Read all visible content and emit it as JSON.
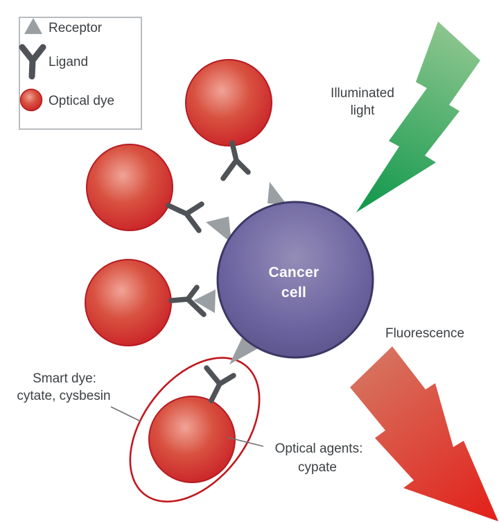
{
  "legend": {
    "items": [
      {
        "icon": "receptor-icon",
        "label": "Receptor"
      },
      {
        "icon": "ligand-icon",
        "label": "Ligand"
      },
      {
        "icon": "optical-dye-icon",
        "label": "Optical dye"
      }
    ]
  },
  "cell": {
    "line1": "Cancer",
    "line2": "cell"
  },
  "labels": {
    "illuminated": {
      "line1": "Illuminated",
      "line2": "light"
    },
    "fluorescence": "Fluorescence",
    "smart_dye": {
      "line1": "Smart dye:",
      "line2": "cytate, cysbesin"
    },
    "optical_agents": {
      "line1": "Optical agents:",
      "line2": "cypate"
    }
  },
  "colors": {
    "dye_center": "#f0a497",
    "dye_mid": "#d85140",
    "dye_edge": "#ca2328",
    "dye_border": "#b51b21",
    "cell_center": "#948db7",
    "cell_mid": "#6c64a0",
    "cell_edge": "#554e82",
    "cell_border": "#3d3766",
    "receptor": "#9a9fa3",
    "ligand": "#4f5357",
    "green_light": "#8bc58d",
    "green_dark": "#10984c",
    "red_light": "#d7705d",
    "red_dark": "#e2211a",
    "text": "#3c4043",
    "cell_text": "#ffffff",
    "legend_border": "#b9bcbf",
    "ellipse_stroke": "#c2161d",
    "leader_line": "#6e7276"
  }
}
